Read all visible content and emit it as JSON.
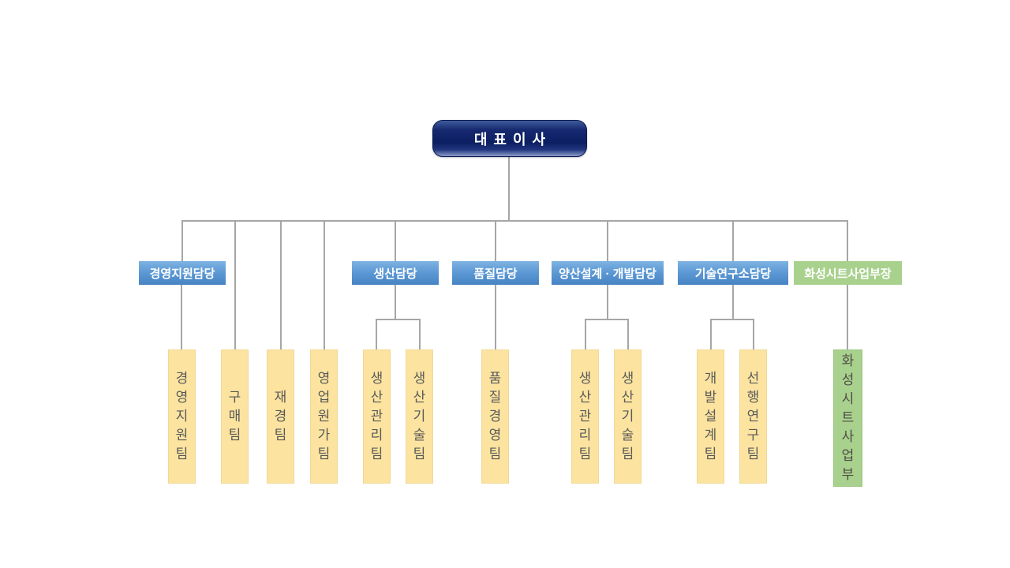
{
  "page": {
    "background": "#ffffff"
  },
  "colors": {
    "connector": "#a6a6a6",
    "ceo_gradient_top": "#3f5c9c",
    "ceo_gradient_main": "#0c1f62",
    "division_blue_top": "#7fb3e2",
    "division_blue_bottom": "#4583c3",
    "green": "#a9d18e",
    "yellow": "#fce4a0",
    "yellow_border": "#f0d896",
    "team_text": "#595959",
    "green_team_text": "#4d4d44"
  },
  "org": {
    "ceo": {
      "label": "대표이사"
    },
    "divisions": [
      {
        "label": "경영지원담당",
        "variant": "blue"
      },
      {
        "label": "생산담당",
        "variant": "blue"
      },
      {
        "label": "품질담당",
        "variant": "blue"
      },
      {
        "label": "양산설계 · 개발담당",
        "variant": "blue"
      },
      {
        "label": "기술연구소담당",
        "variant": "blue"
      },
      {
        "label": "화성시트사업부장",
        "variant": "green"
      }
    ],
    "teams": [
      {
        "label": "경영지원팀",
        "variant": "yellow",
        "parent": "경영지원담당"
      },
      {
        "label": "구매팀",
        "variant": "yellow",
        "parent": "대표이사"
      },
      {
        "label": "재경팀",
        "variant": "yellow",
        "parent": "대표이사"
      },
      {
        "label": "영업원가팀",
        "variant": "yellow",
        "parent": "대표이사"
      },
      {
        "label": "생산관리팀",
        "variant": "yellow",
        "parent": "생산담당"
      },
      {
        "label": "생산기술팀",
        "variant": "yellow",
        "parent": "생산담당"
      },
      {
        "label": "품질경영팀",
        "variant": "yellow",
        "parent": "품질담당"
      },
      {
        "label": "생산관리팀",
        "variant": "yellow",
        "parent": "양산설계 · 개발담당"
      },
      {
        "label": "생산기술팀",
        "variant": "yellow",
        "parent": "양산설계 · 개발담당"
      },
      {
        "label": "개발설계팀",
        "variant": "yellow",
        "parent": "기술연구소담당"
      },
      {
        "label": "선행연구팀",
        "variant": "yellow",
        "parent": "기술연구소담당"
      },
      {
        "label": "화성시트사업부",
        "variant": "green",
        "parent": "화성시트사업부장"
      }
    ]
  }
}
